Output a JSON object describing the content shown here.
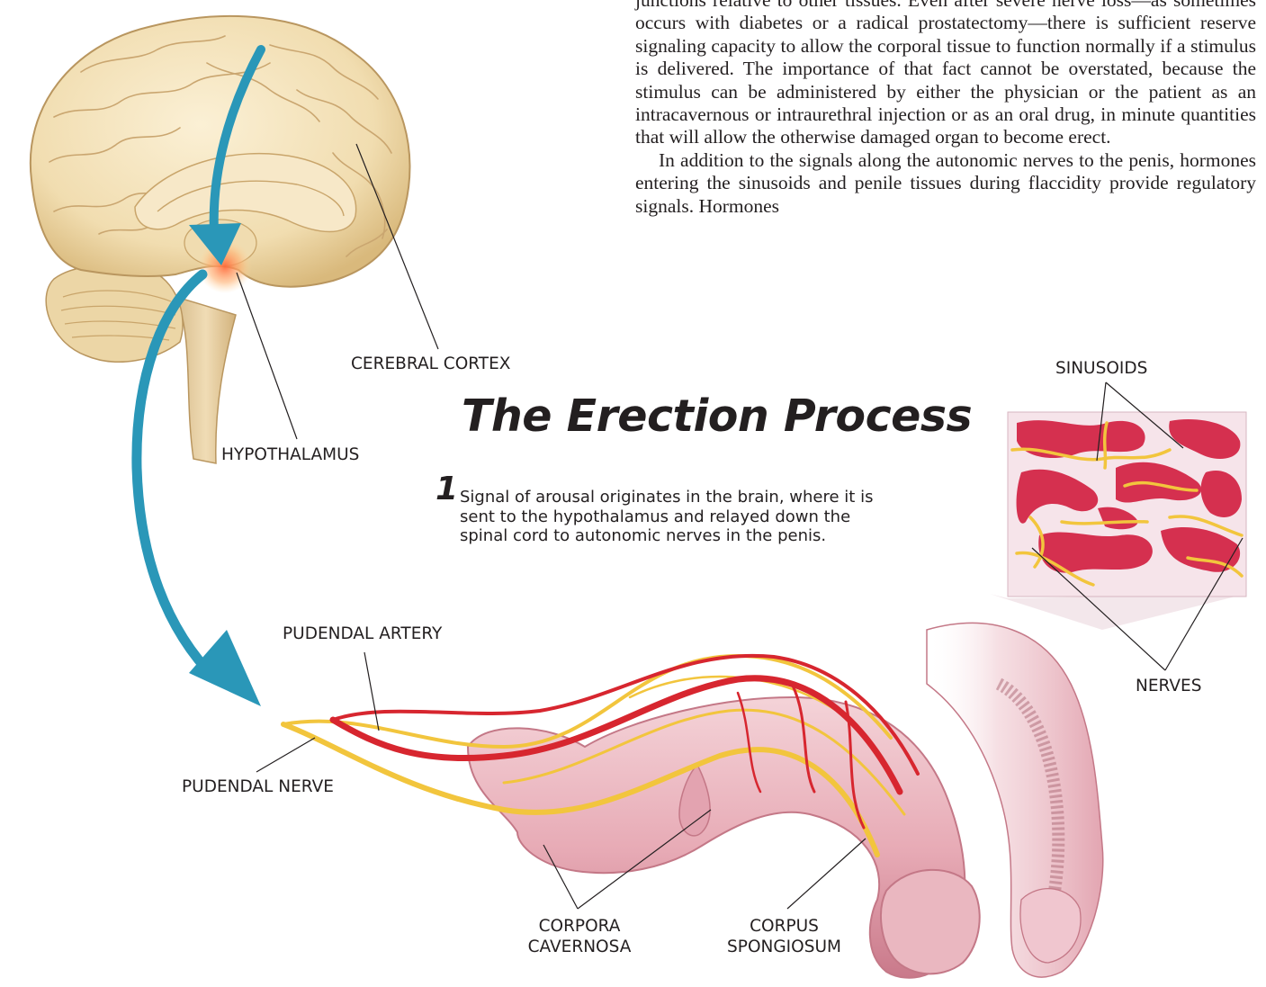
{
  "article": {
    "paragraphs": [
      "junctions relative to other tissues. Even after severe nerve loss—as sometimes occurs with diabetes or a radical prostatectomy—there is sufficient reserve signaling capacity to allow the corporal tissue to function normally if a stimulus is delivered. The importance of that fact cannot be overstated, because the stimulus can be administered by either the physician or the patient as an intracavernous or intraurethral injection or as an oral drug, in minute quantities that will allow the otherwise damaged organ to become erect.",
      "In addition to the signals along the autonomic nerves to the penis, hormones entering the sinusoids and penile tissues during flaccidity provide regulatory signals. Hormones"
    ]
  },
  "figure": {
    "title": "The Erection Process",
    "step": {
      "number": "1",
      "text": "Signal of arousal originates in the brain, where it is sent to the hypothalamus and relayed down the spinal cord to autonomic nerves in the penis."
    },
    "labels": {
      "cerebral_cortex": "CEREBRAL CORTEX",
      "hypothalamus": "HYPOTHALAMUS",
      "sinusoids": "SINUSOIDS",
      "nerves": "NERVES",
      "pudendal_artery": "PUDENDAL ARTERY",
      "pudendal_nerve": "PUDENDAL NERVE",
      "corpora_cavernosa_line1": "CORPORA",
      "corpora_cavernosa_line2": "CAVERNOSA",
      "corpus_spongiosum_line1": "CORPUS",
      "corpus_spongiosum_line2": "SPONGIOSUM"
    },
    "colors": {
      "brain": "#f2dfb4",
      "brain_outline": "#c9a56b",
      "arrow": "#2a97b8",
      "artery": "#d7262f",
      "nerve": "#f2c53d",
      "tissue": "#e8b4bd",
      "sinusoid_red": "#d5304f",
      "sinusoid_bg": "#f6e4ea"
    }
  }
}
